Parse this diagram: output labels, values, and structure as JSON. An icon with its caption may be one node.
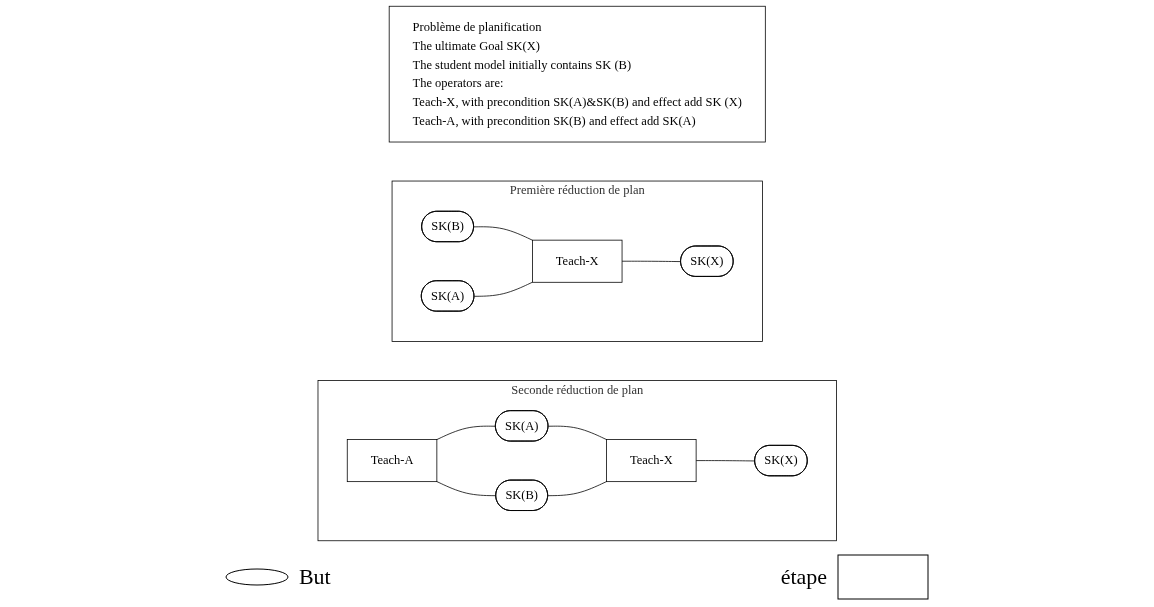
{
  "diagram": {
    "nodes": [
      {
        "text": [
          "Problème de planification",
          "The ultimate Goal SK(X)",
          "The student model initially contains SK (B)",
          "The operators are:",
          "Teach-X, with precondition SK(A)&SK(B) and effect add SK (X)",
          "Teach-A, with precondition SK(B) and effect add SK(A)"
        ]
      },
      {
        "text": [
          "Première réduction de plan"
        ]
      },
      {
        "text": [
          "SK(B)"
        ],
        "in": 1
      },
      {
        "text": [
          "SK(A)"
        ],
        "in": 1
      },
      {
        "text": [
          "Teach-X"
        ],
        "in": 1
      },
      {
        "text": [
          "SK(X)"
        ],
        "in": 1
      },
      {
        "text": [
          "Seconde réduction de plan"
        ]
      },
      {
        "text": [
          "Teach-A"
        ],
        "in": 6
      },
      {
        "text": [
          "SK(A)"
        ],
        "in": 6
      },
      {
        "text": [
          "SK(B)"
        ],
        "in": 6
      },
      {
        "text": [
          "Teach-X"
        ],
        "in": 6
      },
      {
        "text": [
          "SK(X)"
        ],
        "in": 6
      }
    ],
    "edges": [
      {
        "from": 2,
        "to": 4,
        "arrow": "none"
      },
      {
        "from": 3,
        "to": 4,
        "arrow": "none"
      },
      {
        "from": 4,
        "to": 5,
        "arrow": "none"
      },
      {
        "from": 7,
        "to": 8,
        "arrow": "none"
      },
      {
        "from": 7,
        "to": 9,
        "arrow": "none"
      },
      {
        "from": 8,
        "to": 10,
        "arrow": "none"
      },
      {
        "from": 9,
        "to": 10,
        "arrow": "none"
      },
      {
        "from": 10,
        "to": 11,
        "arrow": "none"
      }
    ],
    "legend": [
      {
        "text": "But"
      },
      {
        "text": "étape"
      }
    ]
  }
}
